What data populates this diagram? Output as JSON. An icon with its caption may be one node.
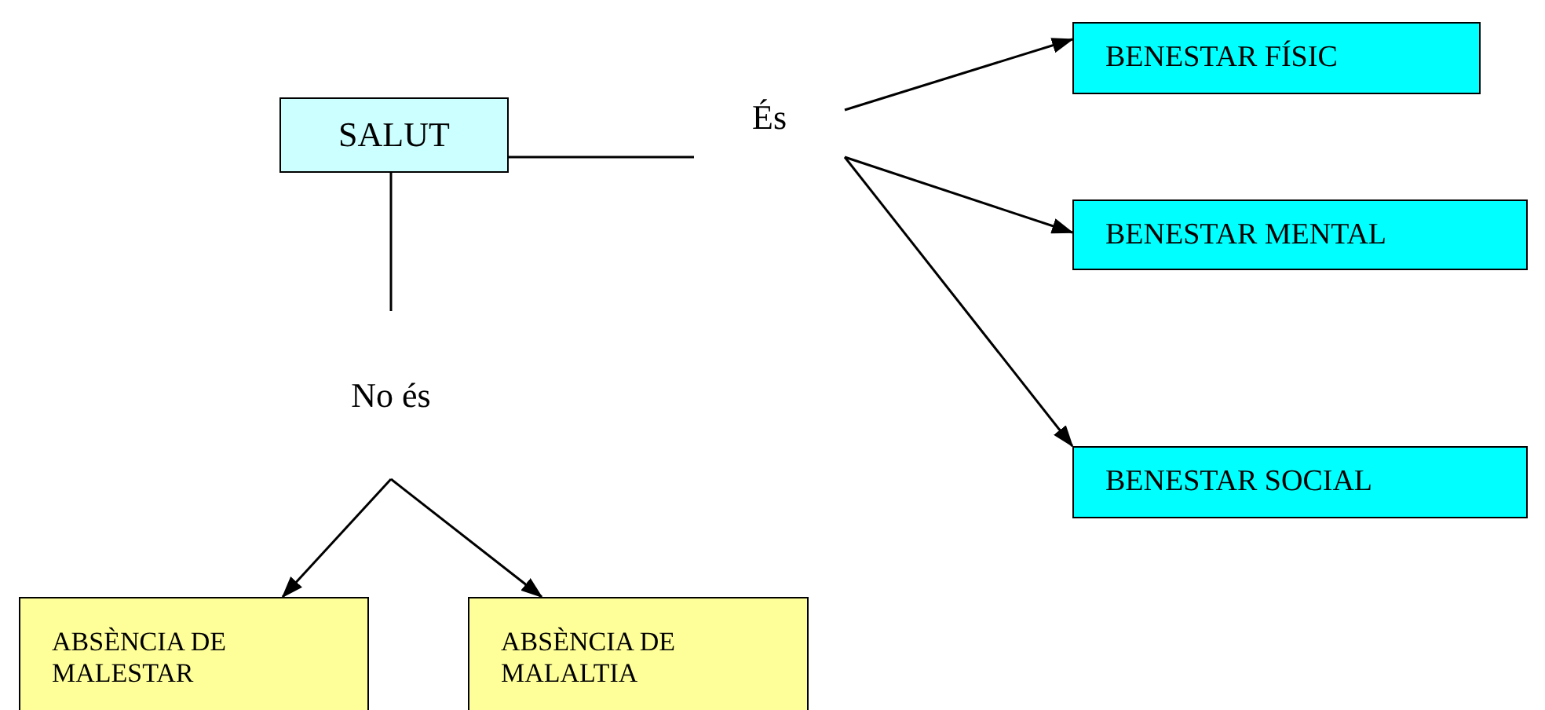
{
  "diagram": {
    "nodes": [
      {
        "text": [
          "SALUT"
        ]
      },
      {
        "text": [
          "És"
        ]
      },
      {
        "text": [
          "No és"
        ]
      },
      {
        "text": [
          "BENESTAR FÍSIC"
        ]
      },
      {
        "text": [
          "BENESTAR MENTAL"
        ]
      },
      {
        "text": [
          "BENESTAR SOCIAL"
        ]
      },
      {
        "text": [
          "ABSÈNCIA DE MALESTAR"
        ]
      },
      {
        "text": [
          "ABSÈNCIA DE MALALTIA"
        ]
      }
    ],
    "edges": [
      {
        "from": 0,
        "to": 1,
        "arrow": "none"
      },
      {
        "from": 0,
        "to": 2,
        "arrow": "none"
      },
      {
        "from": 1,
        "to": 3,
        "arrow": "to"
      },
      {
        "from": 1,
        "to": 4,
        "arrow": "to"
      },
      {
        "from": 1,
        "to": 5,
        "arrow": "to"
      },
      {
        "from": 2,
        "to": 6,
        "arrow": "to"
      },
      {
        "from": 2,
        "to": 7,
        "arrow": "to"
      }
    ]
  }
}
